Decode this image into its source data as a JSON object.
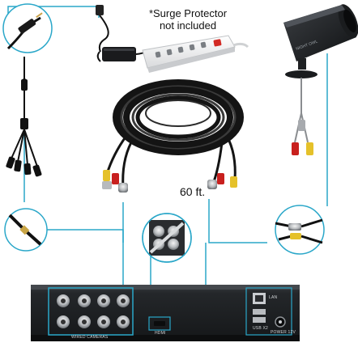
{
  "image": {
    "surge_note_line1": "*Surge Protector",
    "surge_note_line2": "not included",
    "cable_length": "60 ft.",
    "dvr_labels": {
      "wired_cameras": "WIRED CAMERAS",
      "hdmi": "HDMI",
      "usb": "USB X2",
      "power": "POWER 12V",
      "lan": "LAN"
    },
    "camera_brand": "NIGHT OWL"
  },
  "colors": {
    "callout_line": "#2aa7c9",
    "dvr_body": "#1f2124",
    "cable": "#141414",
    "connector_red": "#c8201e",
    "connector_yellow": "#e5c12a"
  },
  "icons": [
    "bnc-connector-icon",
    "rca-connector-icon",
    "power-plug-icon"
  ]
}
